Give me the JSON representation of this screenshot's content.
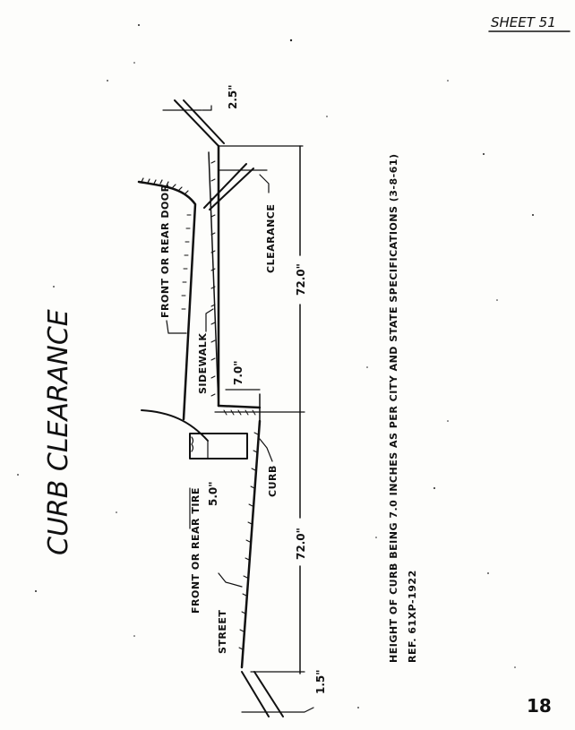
{
  "sheet": {
    "sheet_number": "SHEET 51",
    "page_number": "18",
    "title": "CURB CLEARANCE"
  },
  "labels": {
    "front_or_rear_door": "FRONT OR REAR DOOR",
    "clearance": "CLEARANCE",
    "sidewalk": "SIDEWALK",
    "curb": "CURB",
    "front_or_rear_tire": "FRONT OR REAR TIRE",
    "street": "STREET"
  },
  "dimensions": {
    "d_2_5": "2.5\"",
    "d_72_top": "72.0\"",
    "d_7": "7.0\"",
    "d_5": "5.0\"",
    "d_72_bottom": "72.0\"",
    "d_1_5": "1.5\""
  },
  "notes": {
    "note_line": "HEIGHT OF CURB BEING 7.0 INCHES AS PER CITY AND STATE SPECIFICATIONS (3-8-61)",
    "ref_line": "REF. 61XP-1922"
  }
}
